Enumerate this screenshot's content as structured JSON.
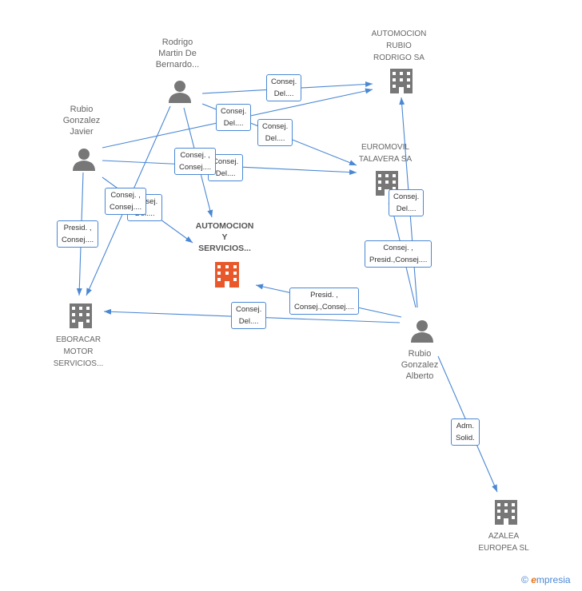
{
  "nodes": {
    "rodrigo": {
      "l1": "Rodrigo",
      "l2": "Martin De",
      "l3": "Bernardo..."
    },
    "rubio_javier": {
      "l1": "Rubio",
      "l2": "Gonzalez",
      "l3": "Javier"
    },
    "rubio_alberto": {
      "l1": "Rubio",
      "l2": "Gonzalez",
      "l3": "Alberto"
    },
    "automocion_rubio": {
      "l1": "AUTOMOCION",
      "l2": "RUBIO",
      "l3": "RODRIGO SA"
    },
    "euromovil": {
      "l1": "EUROMOVIL",
      "l2": "TALAVERA SA"
    },
    "automocion_servicios": {
      "l1": "AUTOMOCION",
      "l2": "Y",
      "l3": "SERVICIOS..."
    },
    "eboracar": {
      "l1": "EBORACAR",
      "l2": "MOTOR",
      "l3": "SERVICIOS..."
    },
    "azalea": {
      "l1": "AZALEA",
      "l2": "EUROPEA SL"
    }
  },
  "edge_labels": {
    "e1": {
      "l1": "Consej.",
      "l2": "Del...."
    },
    "e2": {
      "l1": "Consej.",
      "l2": "Del...."
    },
    "e3": {
      "l1": "Consej.",
      "l2": "Del...."
    },
    "e4": {
      "l1": "Consej. ,",
      "l2": "Consej...."
    },
    "e5": {
      "l1": "Consej.",
      "l2": "Del...."
    },
    "e6": {
      "l1": "Consej.",
      "l2": "Del...."
    },
    "e7": {
      "l1": "Consej. ,",
      "l2": "Consej...."
    },
    "e8": {
      "l1": "Presid. ,",
      "l2": "Consej...."
    },
    "e9": {
      "l1": "Consej.",
      "l2": "Del...."
    },
    "e10": {
      "l1": "Consej. ,",
      "l2": "Presid.,Consej...."
    },
    "e11": {
      "l1": "Presid. ,",
      "l2": "Consej.,Consej...."
    },
    "e12": {
      "l1": "Consej.",
      "l2": "Del...."
    },
    "e13": {
      "l1": "Adm.",
      "l2": "Solid."
    }
  },
  "colors": {
    "edge": "#4a88d4",
    "building": "#777777",
    "building_main": "#e8582a",
    "person": "#777777"
  },
  "icons": {
    "person": "person-icon",
    "building": "building-icon"
  },
  "footer": {
    "copyright": "©",
    "brand_e": "e",
    "brand_rest": "mpresia"
  }
}
